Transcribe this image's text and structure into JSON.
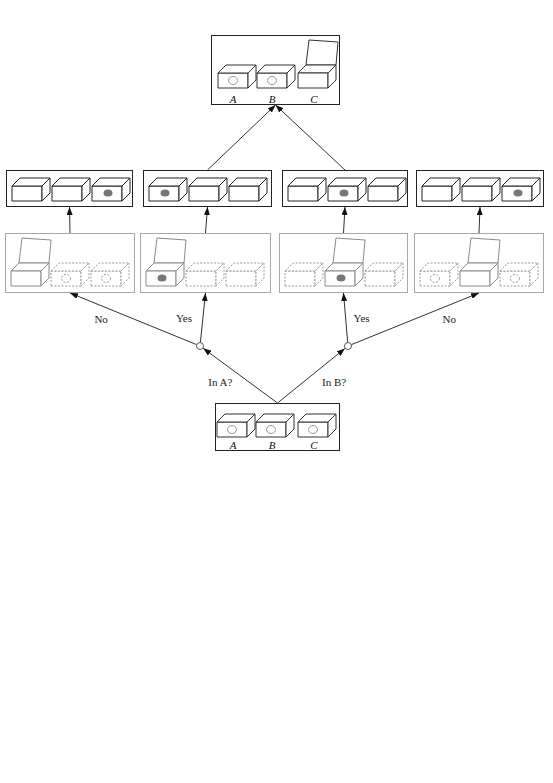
{
  "diagram": {
    "nodes": [
      {
        "text": [
          "A",
          "B",
          "C"
        ]
      },
      {
        "text": []
      },
      {
        "text": []
      },
      {
        "text": []
      },
      {
        "text": []
      },
      {
        "text": []
      },
      {
        "text": []
      },
      {
        "text": []
      },
      {
        "text": []
      },
      {
        "text": []
      },
      {
        "text": []
      },
      {
        "text": [
          "A",
          "B",
          "C"
        ]
      }
    ],
    "edges": [
      {
        "from": 5,
        "to": 1,
        "arrow": "to"
      },
      {
        "from": 6,
        "to": 2,
        "arrow": "to"
      },
      {
        "from": 7,
        "to": 3,
        "arrow": "to"
      },
      {
        "from": 8,
        "to": 4,
        "arrow": "to"
      },
      {
        "from": 2,
        "to": 0,
        "arrow": "to"
      },
      {
        "from": 3,
        "to": 0,
        "arrow": "to"
      },
      {
        "from": 9,
        "to": 5,
        "label": "No",
        "arrow": "to"
      },
      {
        "from": 9,
        "to": 6,
        "label": "Yes",
        "arrow": "to"
      },
      {
        "from": 10,
        "to": 7,
        "label": "Yes",
        "arrow": "to"
      },
      {
        "from": 10,
        "to": 8,
        "label": "No",
        "arrow": "to"
      },
      {
        "from": 11,
        "to": 9,
        "label": "In A?",
        "arrow": "to"
      },
      {
        "from": 11,
        "to": 10,
        "label": "In B?",
        "arrow": "to"
      }
    ]
  }
}
